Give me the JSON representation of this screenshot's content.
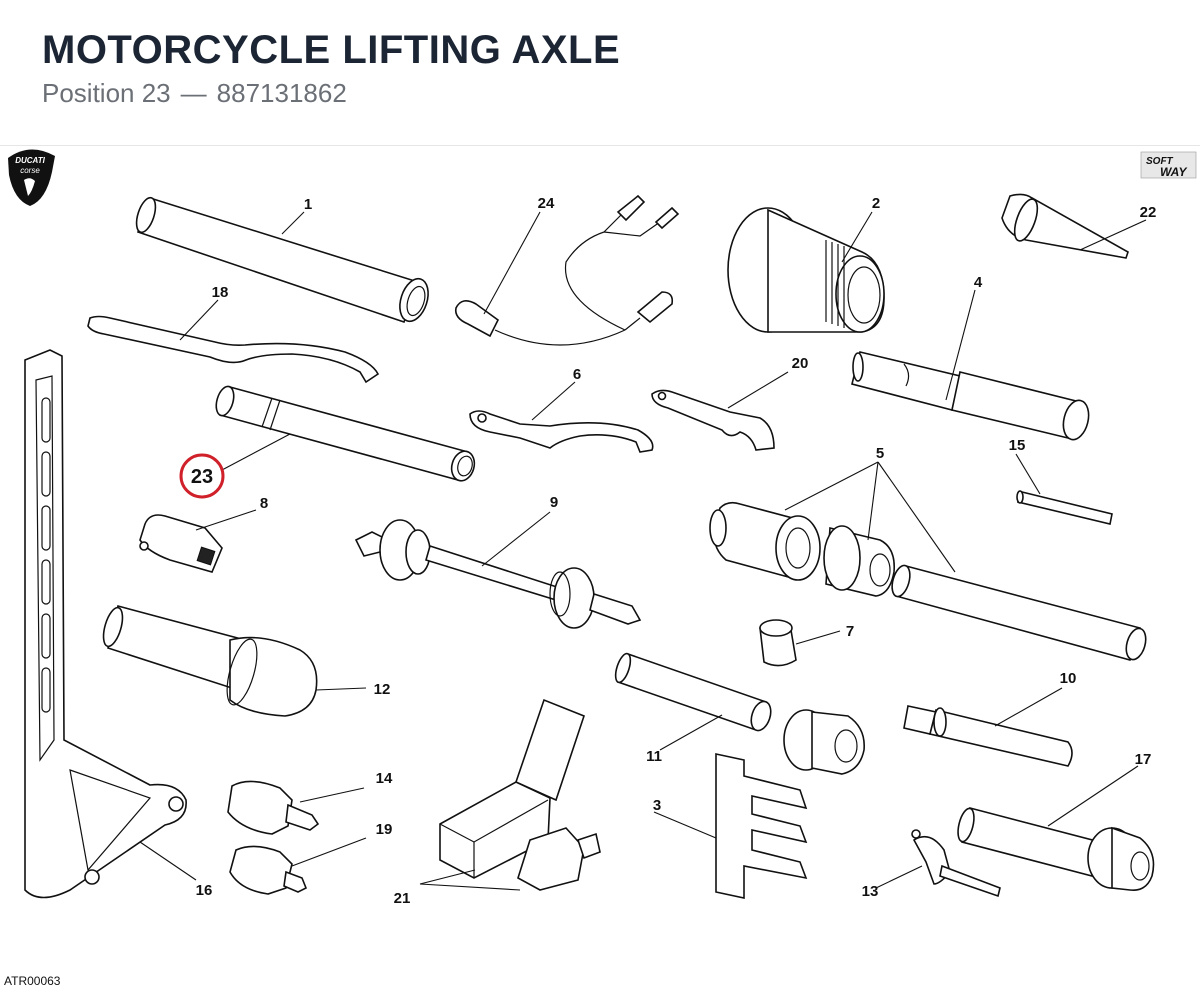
{
  "header": {
    "title": "MOTORCYCLE LIFTING AXLE",
    "position_label": "Position 23",
    "separator": "—",
    "part_number": "887131862"
  },
  "logos": {
    "brand_top": "DUCATI",
    "brand_bottom": "corse",
    "softway_top": "SOFT",
    "softway_bottom": "WAY"
  },
  "highlight": {
    "number": "23",
    "color": "#d0202a"
  },
  "labels": {
    "l1": "1",
    "l2": "2",
    "l3": "3",
    "l4": "4",
    "l5": "5",
    "l6": "6",
    "l7": "7",
    "l8": "8",
    "l9": "9",
    "l10": "10",
    "l11": "11",
    "l12": "12",
    "l13": "13",
    "l14": "14",
    "l15": "15",
    "l16": "16",
    "l17": "17",
    "l18": "18",
    "l19": "19",
    "l20": "20",
    "l21": "21",
    "l22": "22",
    "l24": "24"
  },
  "footer": {
    "reference": "ATR00063"
  }
}
